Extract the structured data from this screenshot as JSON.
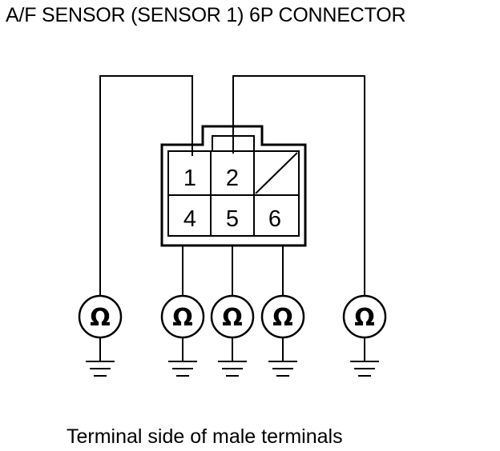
{
  "title": "A/F SENSOR (SENSOR 1) 6P CONNECTOR",
  "caption": "Terminal side of male terminals",
  "connector": {
    "pins_top": [
      "1",
      "2"
    ],
    "pins_bottom": [
      "4",
      "5",
      "6"
    ]
  },
  "meter_symbol": "Ω",
  "colors": {
    "line": "#000000",
    "background": "#ffffff"
  }
}
